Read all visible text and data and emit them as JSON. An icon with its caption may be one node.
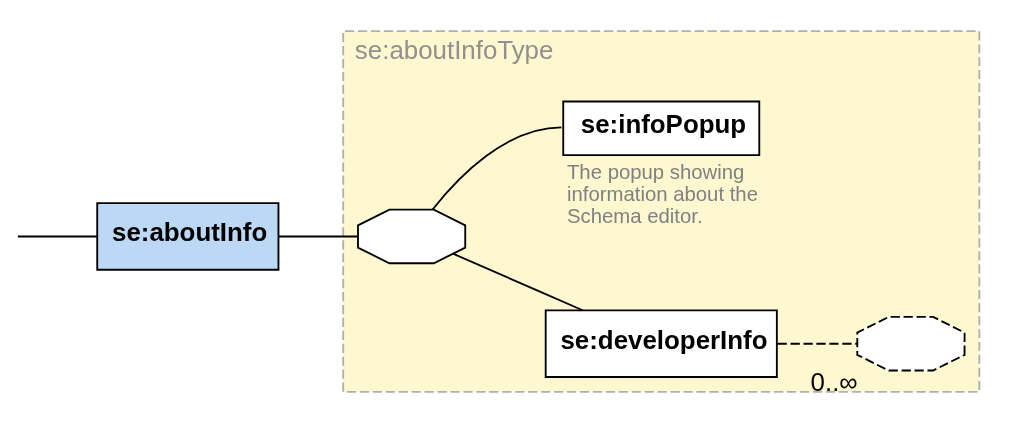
{
  "diagram": {
    "nodes": [
      {
        "text": [
          "se:aboutInfoType"
        ]
      },
      {
        "text": [
          "se:aboutInfo"
        ]
      },
      {
        "text": [],
        "shape": "octagon",
        "in": 0
      },
      {
        "text": [
          "se:developerInfo"
        ],
        "in": 0
      },
      {
        "text": [],
        "shape": "octagon",
        "in": 0,
        "beside": [
          "0..∞"
        ]
      },
      {
        "text": [
          "se:infoPopup"
        ],
        "in": 0,
        "beside": [
          "The popup showing information about the Schema editor."
        ]
      }
    ],
    "edges": [
      {
        "from": null,
        "to": 1,
        "arrow": "none"
      },
      {
        "from": 1,
        "to": 2,
        "arrow": "none"
      },
      {
        "from": 2,
        "to": 3,
        "arrow": "none"
      },
      {
        "from": 2,
        "to": 5,
        "arrow": "none"
      },
      {
        "from": 3,
        "to": 4,
        "arrow": "none",
        "style": "dashed"
      }
    ]
  }
}
